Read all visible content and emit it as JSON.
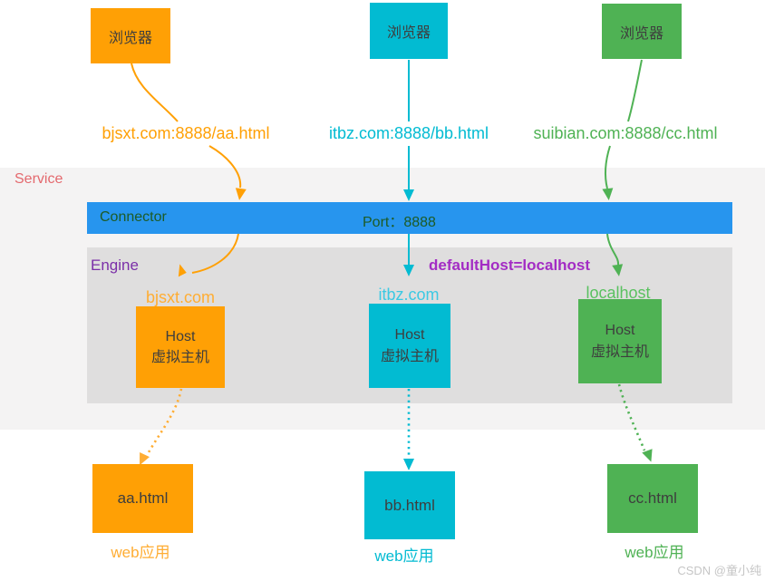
{
  "colors": {
    "orange": "#FFA005",
    "orange_light": "#FFAD33",
    "cyan": "#02BBD2",
    "cyan_light": "#3CC9E3",
    "green": "#4FB254",
    "green_light": "#5AC160",
    "blue": "#2795EE",
    "service_bg": "#F4F3F3",
    "engine_bg": "#DFDEDE",
    "service_text": "#E4696E",
    "engine_text": "#7B2FA8",
    "default_host_text": "#A32CC4",
    "connector_text": "#1D5B25",
    "box_text": "#3E3E3E",
    "watermark_text": "#C6C6C6"
  },
  "browsers": [
    {
      "label": "浏览器"
    },
    {
      "label": "浏览器"
    },
    {
      "label": "浏览器"
    }
  ],
  "requests": [
    {
      "url": "bjsxt.com:8888/aa.html"
    },
    {
      "url": "itbz.com:8888/bb.html"
    },
    {
      "url": "suibian.com:8888/cc.html"
    }
  ],
  "service": {
    "label": "Service"
  },
  "connector": {
    "label": "Connector",
    "port": "Port：8888"
  },
  "engine": {
    "label": "Engine",
    "default_host": "defaultHost=localhost"
  },
  "hosts": [
    {
      "domain": "bjsxt.com",
      "title": "Host",
      "subtitle": "虚拟主机"
    },
    {
      "domain": "itbz.com",
      "title": "Host",
      "subtitle": "虚拟主机"
    },
    {
      "domain": "localhost",
      "title": "Host",
      "subtitle": "虚拟主机"
    }
  ],
  "webapps": [
    {
      "file": "aa.html",
      "label": "web应用"
    },
    {
      "file": "bb.html",
      "label": "web应用"
    },
    {
      "file": "cc.html",
      "label": "web应用"
    }
  ],
  "watermark": "CSDN @童小纯"
}
